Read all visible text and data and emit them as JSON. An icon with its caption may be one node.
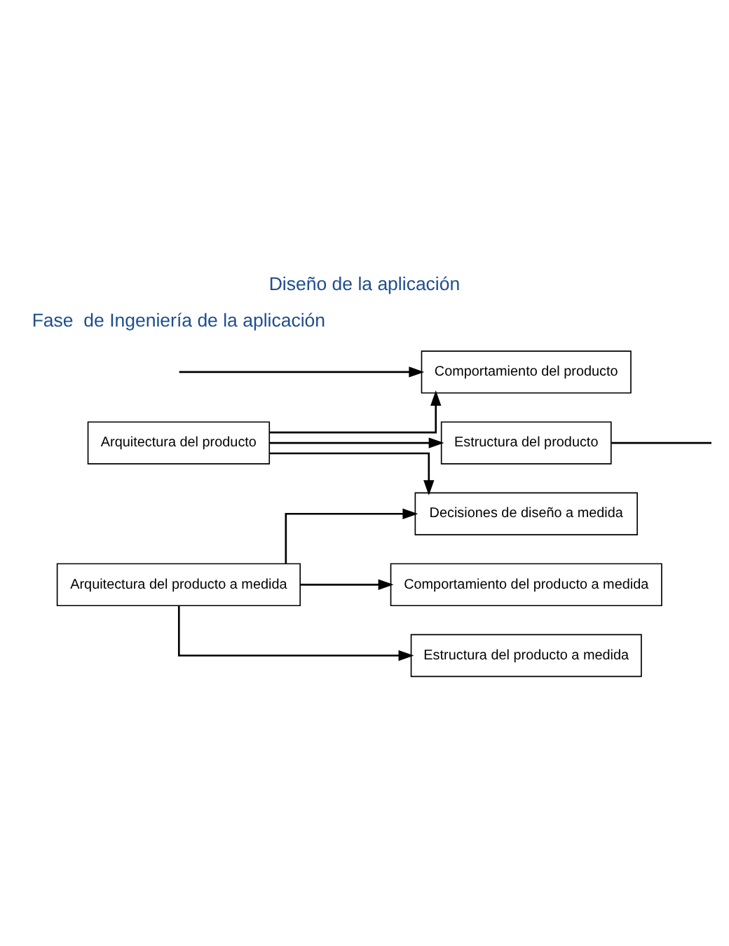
{
  "diagram": {
    "title": "Diseño de la aplicación",
    "nodes": [
      {
        "text": [
          "Arquitectura del producto"
        ]
      },
      {
        "text": [
          "Estructura del producto"
        ]
      },
      {
        "text": [
          "Comportamiento del producto"
        ]
      },
      {
        "text": [
          "Arquitectura del producto a medida"
        ]
      },
      {
        "text": [
          "Estructura del producto a medida"
        ]
      },
      {
        "text": [
          "Comportamiento del producto a medida"
        ]
      },
      {
        "text": [
          "Decisiones de diseño a medida"
        ]
      }
    ],
    "edges": [
      {
        "from": 0,
        "to": 1,
        "arrow": "to"
      },
      {
        "from": 0,
        "to": 2,
        "arrow": "to"
      },
      {
        "from": 1,
        "to": null,
        "arrow": "none"
      },
      {
        "from": null,
        "to": 2,
        "arrow": "to"
      },
      {
        "from": 3,
        "to": 4,
        "arrow": "to"
      },
      {
        "from": 3,
        "to": 5,
        "arrow": "to"
      },
      {
        "from": 0,
        "to": 6,
        "arrow": "to"
      },
      {
        "from": 3,
        "to": 6,
        "arrow": "to"
      }
    ],
    "labels": [
      "Fase  de Ingeniería de la aplicación"
    ]
  }
}
